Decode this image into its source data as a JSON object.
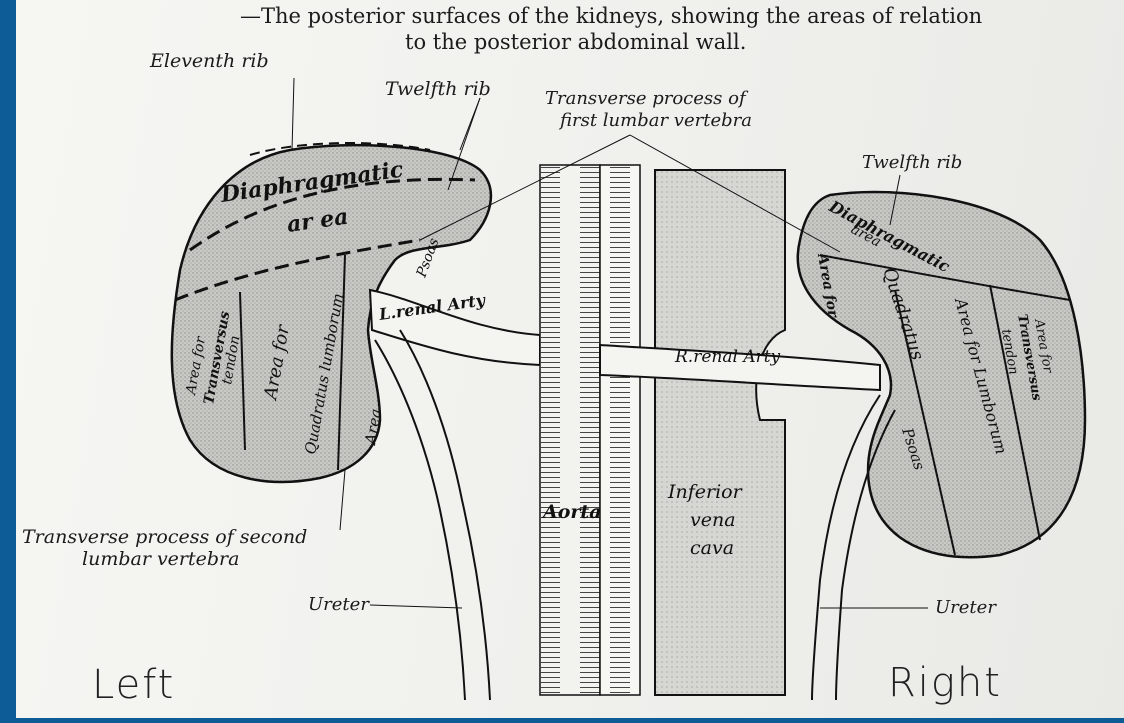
{
  "caption": {
    "line1": "—The posterior surfaces of the kidneys, showing the areas of relation",
    "line2": "to the posterior abdominal wall."
  },
  "labels": {
    "eleventh_rib": "Eleventh rib",
    "twelfth_rib_left": "Twelfth rib",
    "transverse_first_1": "Transverse process of",
    "transverse_first_2": "first lumbar vertebra",
    "twelfth_rib_right": "Twelfth rib",
    "transverse_second_1": "Transverse process of second",
    "transverse_second_2": "lumbar vertebra",
    "ureter_left": "Ureter",
    "ureter_right": "Ureter"
  },
  "regions": {
    "left_diaphragmatic_1": "Diaphragmatic",
    "left_diaphragmatic_2": "ar ea",
    "left_psoas": "Psoas",
    "left_transversus_1": "Area for",
    "left_transversus_2": "Transversus",
    "left_transversus_3": "tendon",
    "left_quadratus_1": "Area for",
    "left_quadratus_2": "Quadratus lumborum",
    "left_area": "Area",
    "left_renal": "L.renal Arty",
    "aorta": "Aorta",
    "ivc_1": "Inferior",
    "ivc_2": "vena",
    "ivc_3": "cava",
    "right_renal": "R.renal Arty",
    "right_diaphragmatic_1": "Diaphragmatic",
    "right_diaphragmatic_2": "area",
    "right_area_for": "Area for",
    "right_quadratus_1": "Quadratus",
    "right_quadratus_2": "Area for Lumborum",
    "right_transversus_1": "Area for",
    "right_transversus_2": "Transversus",
    "right_transversus_3": "tendon",
    "right_psoas": "Psoas"
  },
  "handwriting": {
    "left": "Left",
    "right": "Right"
  }
}
